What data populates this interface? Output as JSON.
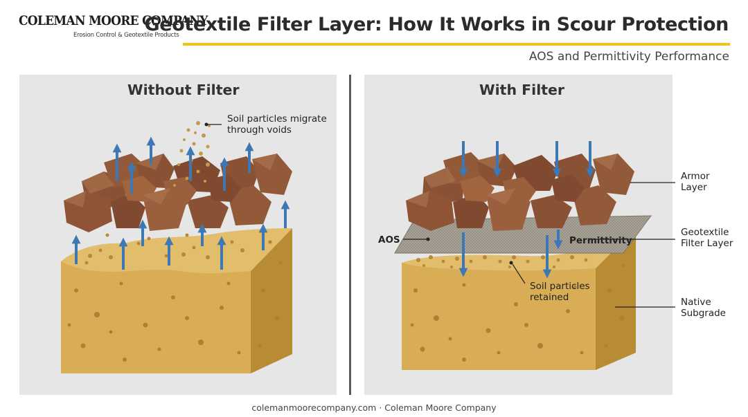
{
  "brand": {
    "name": "COLEMAN MOORE COMPANY",
    "tagline": "Erosion Control & Geotextile Products"
  },
  "header": {
    "title": "Geotextile Filter Layer: How It Works in Scour Protection",
    "subtitle": "AOS and Permittivity Performance"
  },
  "colors": {
    "accent_rule": "#f0c419",
    "panel_bg": "#e6e6e6",
    "arrow": "#3d78b5",
    "soil": "#d9ad55",
    "rock": "#8a5235",
    "geotextile": "#aaa397"
  },
  "panels": {
    "without": {
      "title": "Without Filter",
      "callout": [
        "Soil particles migrate",
        "through voids"
      ]
    },
    "with": {
      "title": "With Filter",
      "aos_label": "AOS",
      "permittivity_label": "Permittivity",
      "retained_label": [
        "Soil particles",
        "retained"
      ]
    }
  },
  "legend": {
    "armor": [
      "Armor",
      "Layer"
    ],
    "geotextile": [
      "Geotextile",
      "Filter Layer"
    ],
    "subgrade": [
      "Native",
      "Subgrade"
    ]
  },
  "footer": {
    "text": "colemanmoorecompany.com · Coleman Moore Company"
  }
}
